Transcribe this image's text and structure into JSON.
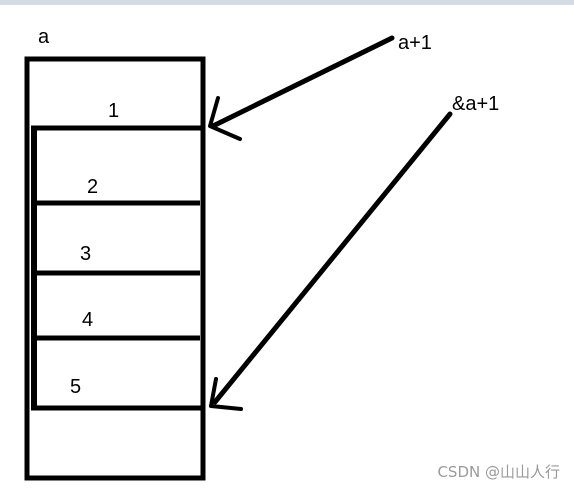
{
  "array_label": "a",
  "cells": [
    "1",
    "2",
    "3",
    "4",
    "5"
  ],
  "arrow_a_plus_1": "a+1",
  "arrow_addr_a_plus_1": "&a+1",
  "watermark": "CSDN @山山人行"
}
